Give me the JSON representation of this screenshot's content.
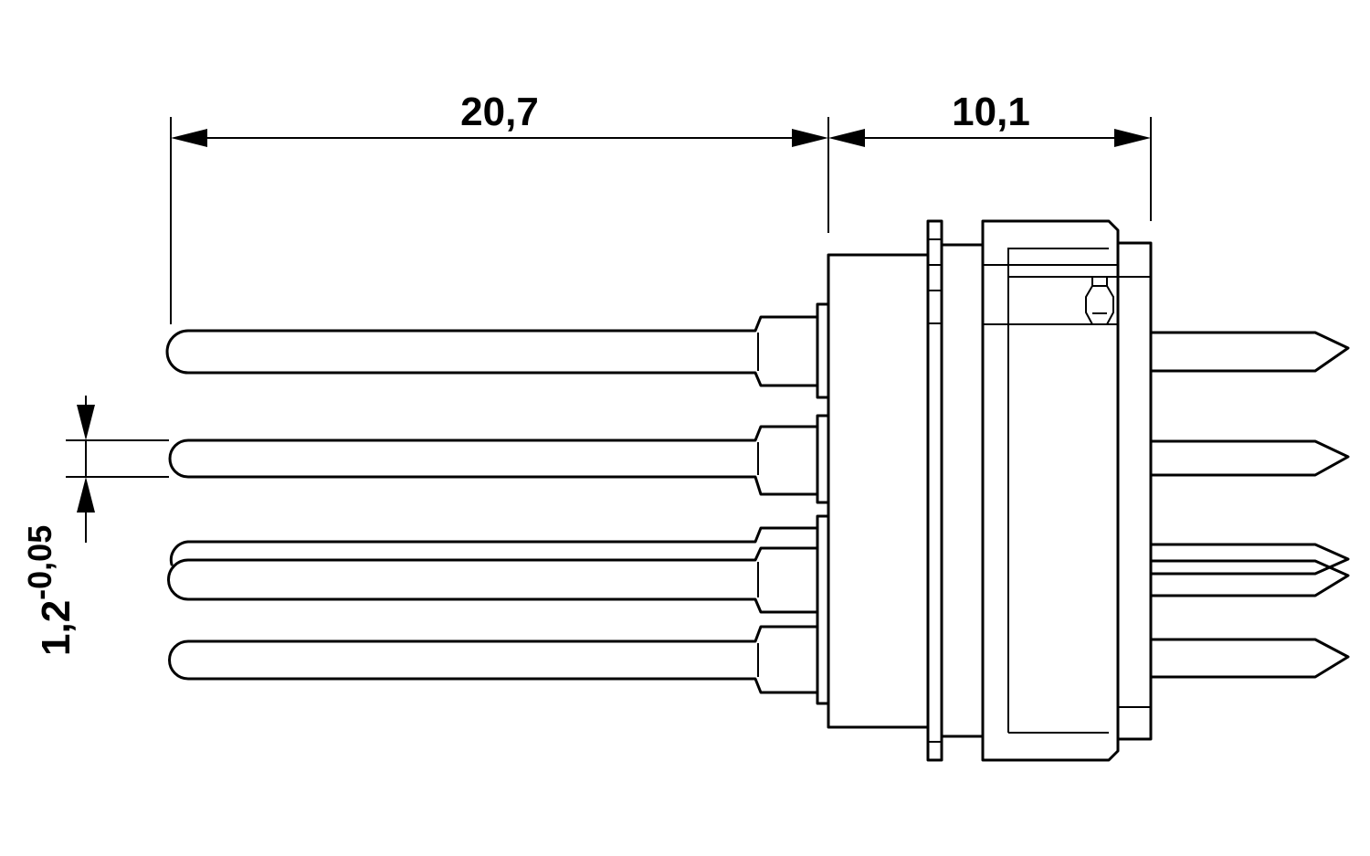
{
  "dimensions": {
    "overall_pin_length": "20,7",
    "housing_length": "10,1",
    "pin_diameter": "1,2",
    "pin_diameter_tolerance": "-0,05"
  },
  "colors": {
    "line": "#000000",
    "background": "#ffffff"
  }
}
